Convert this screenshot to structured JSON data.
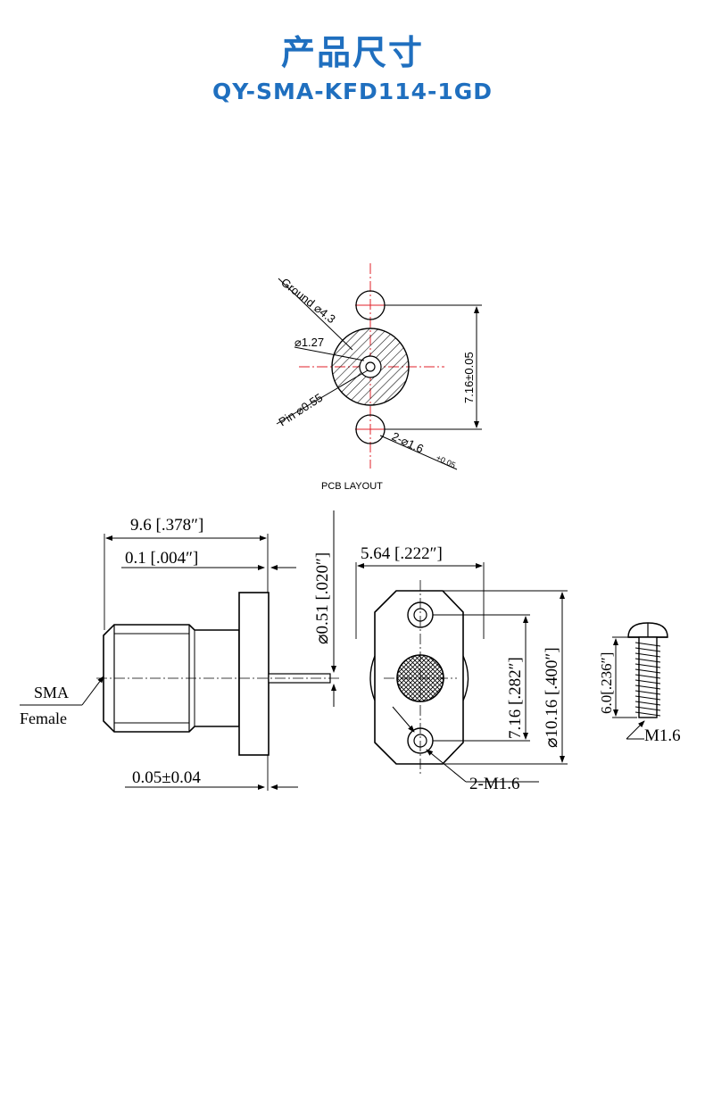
{
  "header": {
    "title": "产品尺寸",
    "model": "QY-SMA-KFD114-1GD",
    "accent_color": "#1f6fbf"
  },
  "pcb": {
    "ground_label": "Ground ⌀4.3",
    "dia_label": "⌀1.27",
    "pin_label": "Pin ⌀0.55",
    "pitch_label": "7.16±0.05",
    "hole_label": "2-⌀1.6",
    "hole_tol": "+0.05",
    "caption": "PCB LAYOUT"
  },
  "side_view": {
    "length_label": "9.6 [.378″]",
    "flange_offset_label": "0.1 [.004″]",
    "pin_dia_label": "⌀0.51 [.020″]",
    "gap_label": "0.05±0.04",
    "sma_label": "SMA",
    "female_label": "Female"
  },
  "front_view": {
    "width_label": "5.64 [.222″]",
    "pitch_label": "7.16 [.282″]",
    "height_label": "⌀10.16 [.400″]",
    "holes_label": "2-M1.6"
  },
  "screw": {
    "length_label": "6.0[.236″]",
    "thread_label": "M1.6"
  }
}
